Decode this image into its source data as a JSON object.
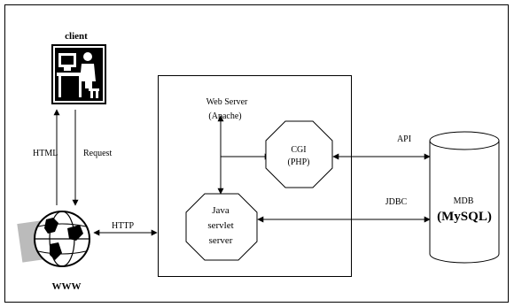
{
  "client": {
    "label": "client",
    "icon": "person-at-computer-icon"
  },
  "www": {
    "label": "WWW",
    "icon": "globe-icon"
  },
  "links": {
    "html": "HTML",
    "request": "Request",
    "http": "HTTP",
    "api": "API",
    "jdbc": "JDBC"
  },
  "server_box": {
    "web_server_line1": "Web Server",
    "web_server_line2": "(Apache)"
  },
  "cgi": {
    "line1": "CGI",
    "line2": "(PHP)"
  },
  "java": {
    "line1": "Java",
    "line2": "servlet",
    "line3": "server"
  },
  "database": {
    "line1": "MDB",
    "line2": "(MySQL)"
  }
}
